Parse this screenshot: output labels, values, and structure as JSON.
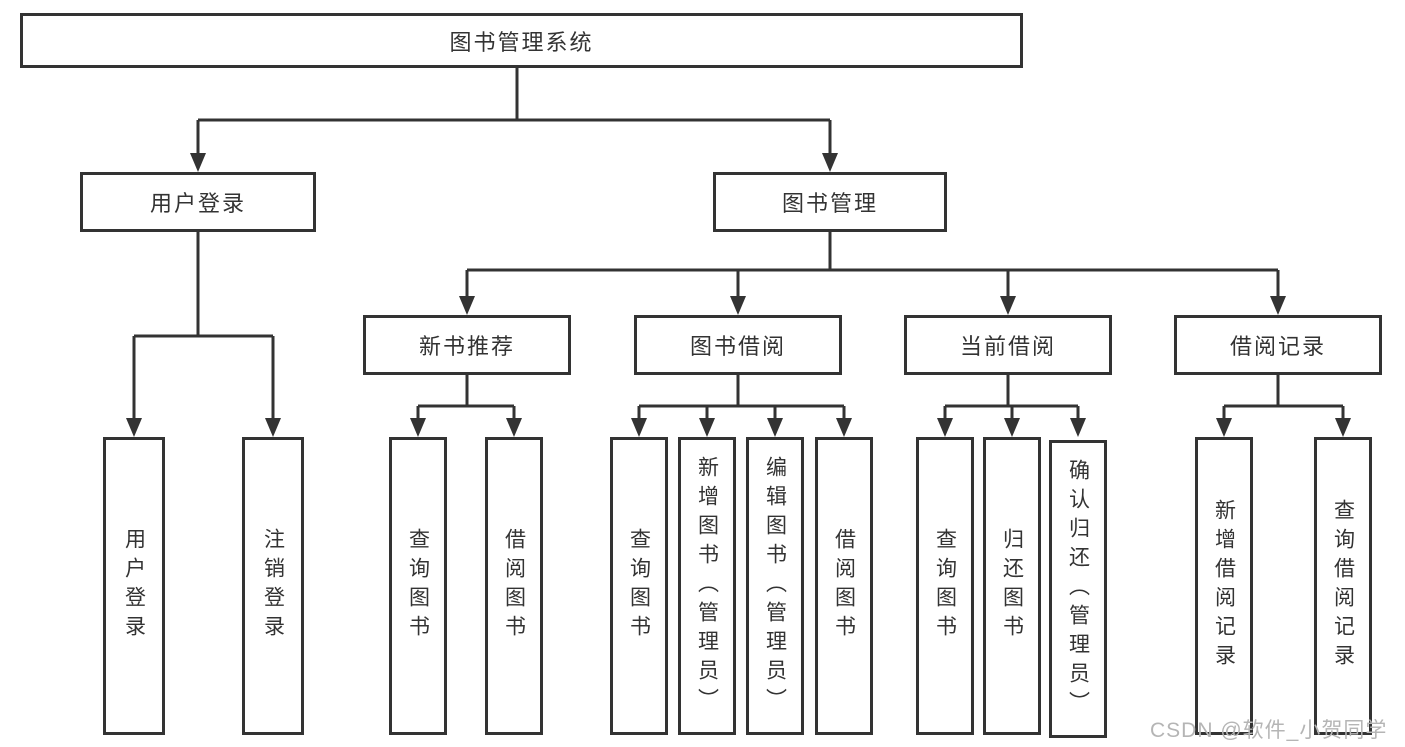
{
  "diagram": {
    "root": {
      "label": "图书管理系统"
    },
    "branches": [
      {
        "label": "用户登录",
        "children": [
          {
            "label": "用户登录"
          },
          {
            "label": "注销登录"
          }
        ]
      },
      {
        "label": "图书管理",
        "children": [
          {
            "label": "新书推荐",
            "children": [
              {
                "label": "查询图书"
              },
              {
                "label": "借阅图书"
              }
            ]
          },
          {
            "label": "图书借阅",
            "children": [
              {
                "label": "查询图书"
              },
              {
                "label": "新增图书（管理员）"
              },
              {
                "label": "编辑图书（管理员）"
              },
              {
                "label": "借阅图书"
              }
            ]
          },
          {
            "label": "当前借阅",
            "children": [
              {
                "label": "查询图书"
              },
              {
                "label": "归还图书"
              },
              {
                "label": "确认归还（管理员）"
              }
            ]
          },
          {
            "label": "借阅记录",
            "children": [
              {
                "label": "新增借阅记录"
              },
              {
                "label": "查询借阅记录"
              }
            ]
          }
        ]
      }
    ],
    "watermark": {
      "text": "CSDN @软件_小贺同学"
    },
    "colors": {
      "line": "#333333",
      "box_border": "#333333",
      "text": "#333333",
      "watermark": "#b5b5b5",
      "background": "#ffffff"
    }
  }
}
